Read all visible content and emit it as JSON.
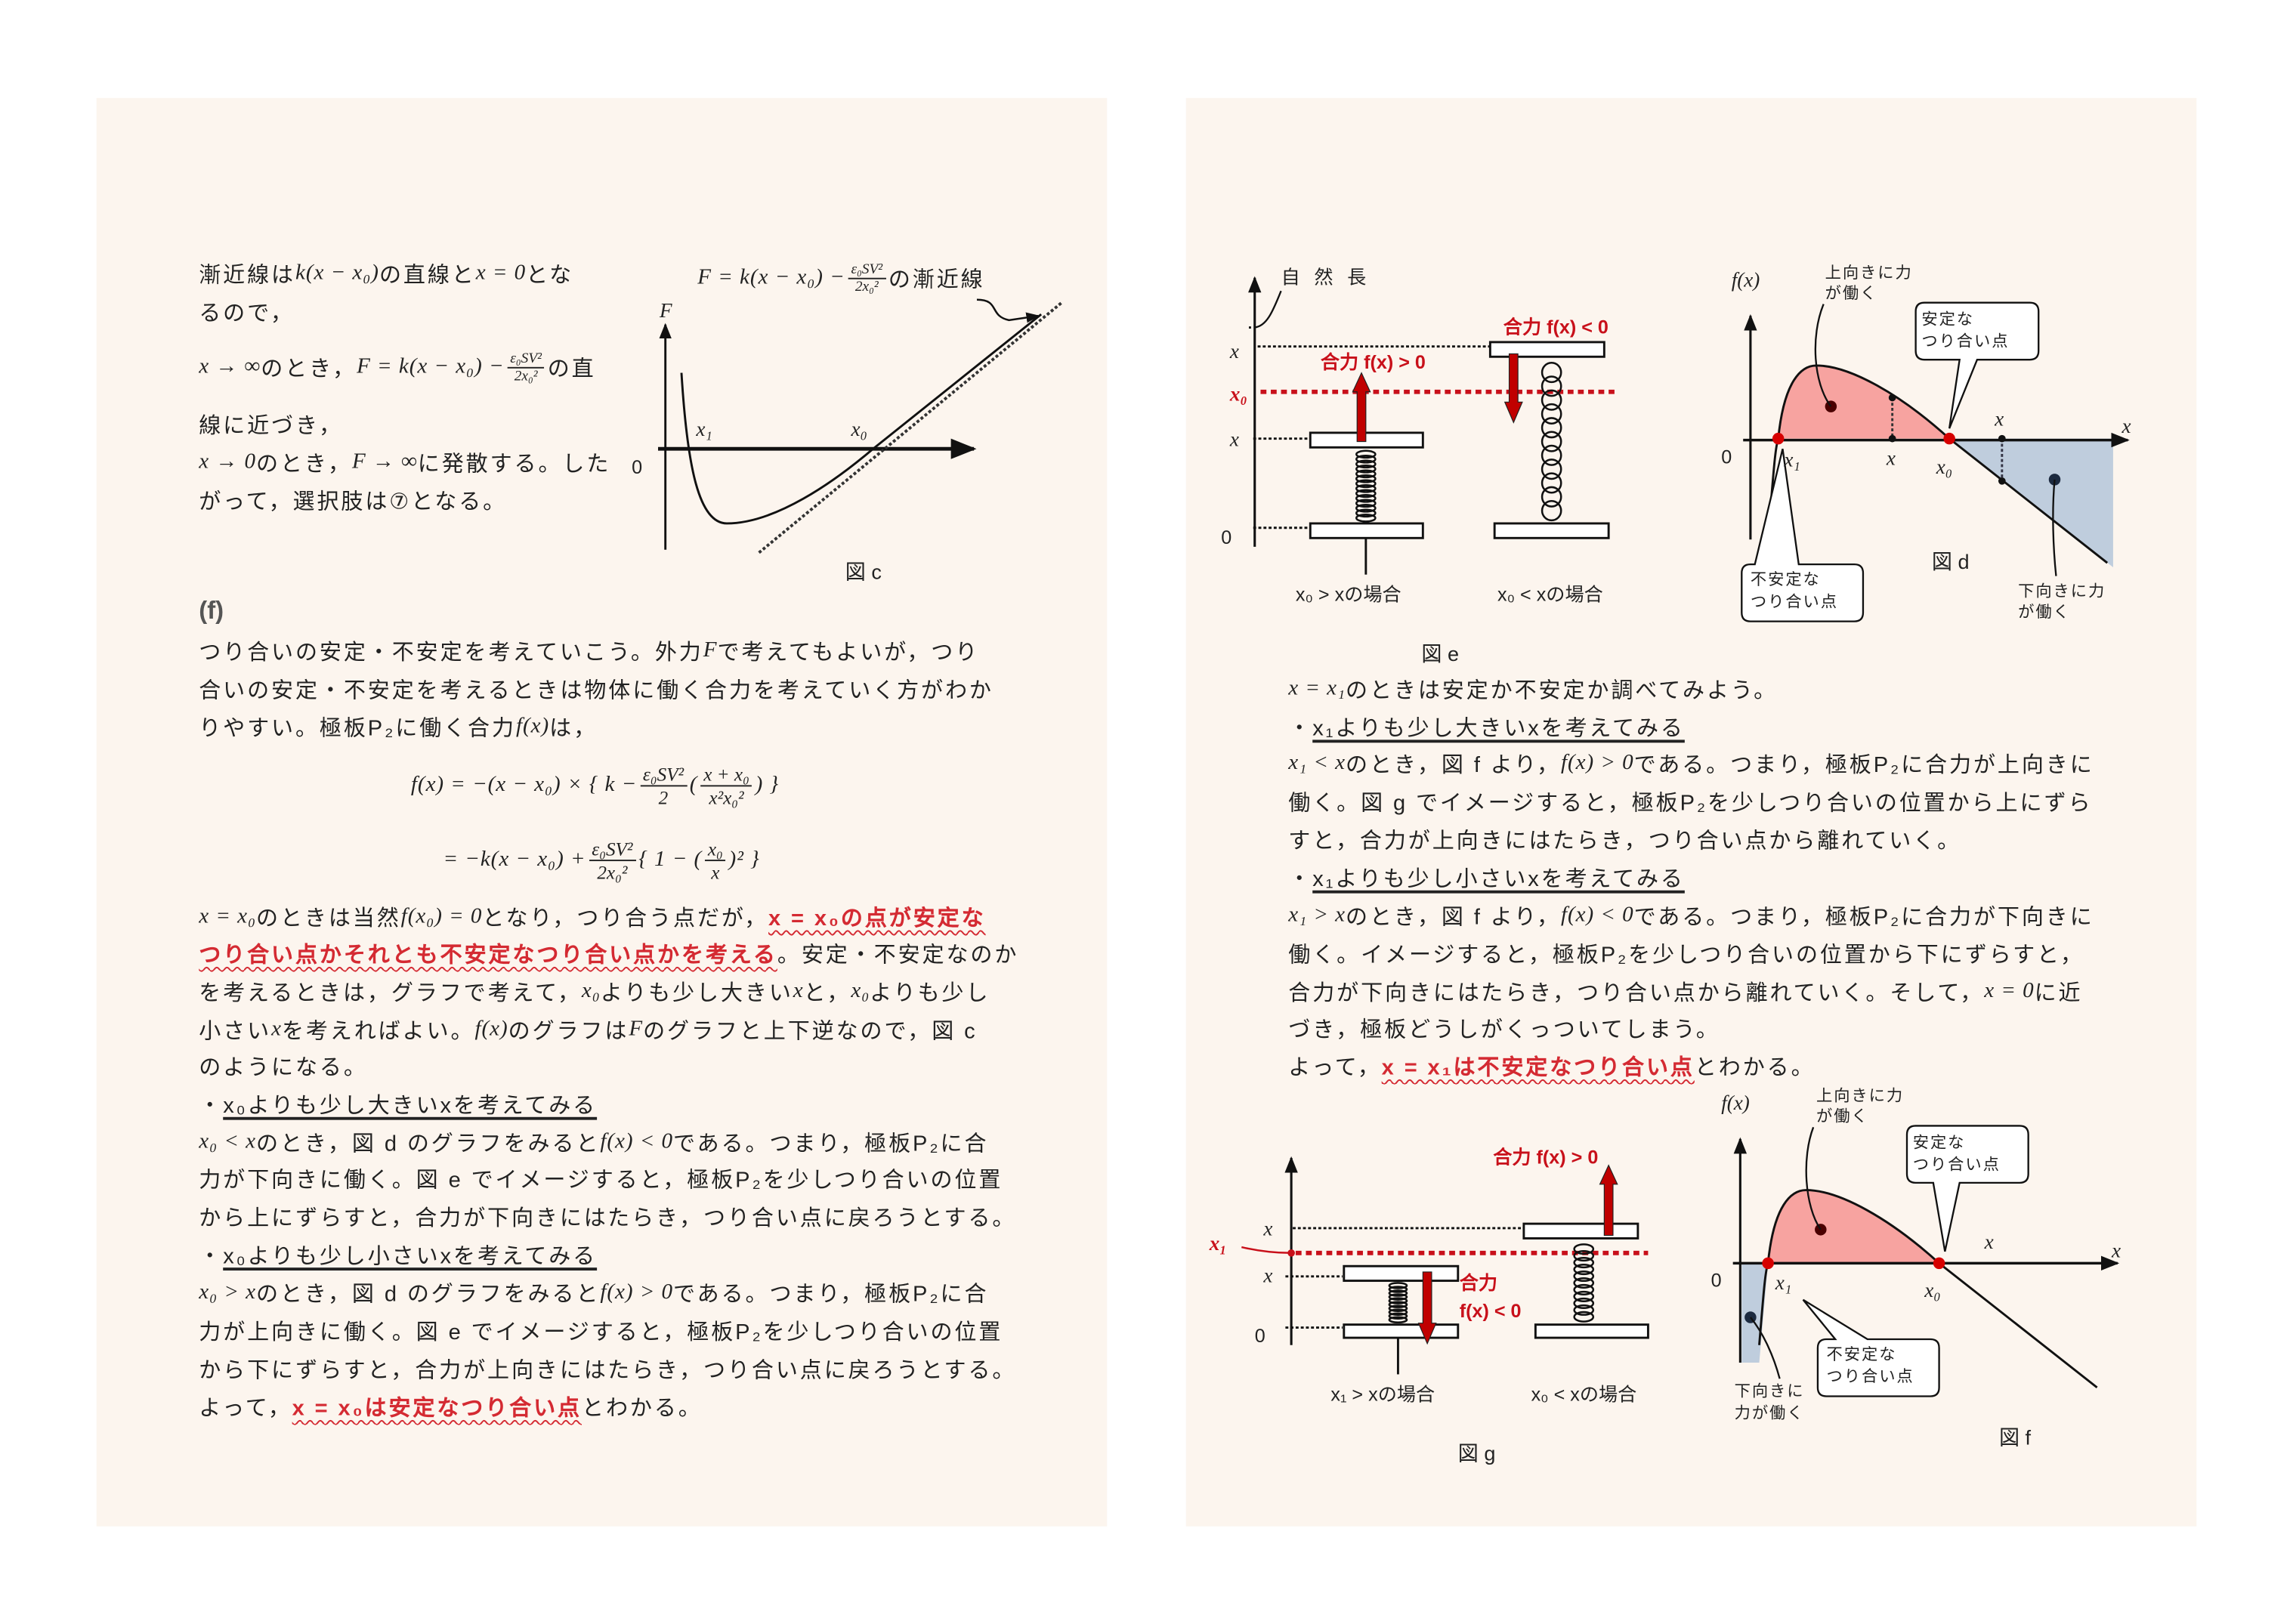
{
  "colors": {
    "page": "#fcf5ee",
    "red": "#c8101a",
    "pink_fill": "#f7a3a0",
    "blue_fill": "#bfcddd",
    "text": "#222222"
  },
  "left": {
    "intro": [
      [
        "漸近線は",
        {
          "m": "k(x − x₀)"
        },
        "の直線と",
        {
          "m": "x = 0"
        },
        "とな"
      ],
      [
        "るので，"
      ],
      [
        {
          "m": "x → ∞"
        },
        "のとき，",
        {
          "m": "F = k(x − x₀) − "
        },
        {
          "f": [
            "ε₀SV²",
            "2x₀²"
          ]
        },
        "の直"
      ],
      [
        "線に近づき，"
      ],
      [
        {
          "m": "x → 0"
        },
        "のとき，",
        {
          "m": "F → ∞"
        },
        "に発散する。した"
      ],
      [
        "がって，選択肢は⑦となる。"
      ]
    ],
    "section": "(f)",
    "body1": [
      [
        "つり合いの安定・不安定を考えていこう。外力",
        {
          "m": "F"
        },
        "で考えてもよいが，つり"
      ],
      [
        "合いの安定・不安定を考えるときは物体に働く合力を考えていく方がわか"
      ],
      [
        "りやすい。極板P₂に働く合力",
        {
          "m": "f(x)"
        },
        "は，"
      ]
    ],
    "equations": [
      [
        {
          "m": "f(x) = −(x − x₀) × { k − "
        },
        {
          "f": [
            "ε₀SV²",
            "2"
          ]
        },
        {
          "m": "("
        },
        {
          "f": [
            "x + x₀",
            "x²x₀²"
          ]
        },
        {
          "m": ") }"
        }
      ],
      [
        {
          "m": "= −k(x − x₀) + "
        },
        {
          "f": [
            "ε₀SV²",
            "2x₀²"
          ]
        },
        {
          "m": "{ 1 − ("
        },
        {
          "f": [
            "x₀",
            "x"
          ]
        },
        {
          "m": ")² }"
        }
      ]
    ],
    "body2": [
      [
        {
          "m": "x = x₀"
        },
        "のときは当然",
        {
          "m": "f(x₀) = 0"
        },
        "となり，つり合う点だが，",
        {
          "r": "x = x₀の点が安定な"
        }
      ],
      [
        {
          "r": "つり合い点かそれとも不安定なつり合い点かを考える"
        },
        "。安定・不安定なのか"
      ],
      [
        "を考えるときは，グラフで考えて，",
        {
          "m": "x₀"
        },
        "よりも少し大きい",
        {
          "m": "x"
        },
        "と，",
        {
          "m": "x₀"
        },
        "よりも少し"
      ],
      [
        "小さい",
        {
          "m": "x"
        },
        "を考えればよい。",
        {
          "m": "f(x)"
        },
        "のグラフは",
        {
          "m": "F"
        },
        "のグラフと上下逆なので，図 c"
      ],
      [
        "のようになる。"
      ],
      [
        "・",
        {
          "u": "x₀よりも少し大きいxを考えてみる"
        }
      ],
      [
        {
          "m": "x₀ < x"
        },
        "のとき，図 d のグラフをみると",
        {
          "m": "f(x) < 0"
        },
        "である。つまり，極板P₂に合"
      ],
      [
        "力が下向きに働く。図 e でイメージすると，極板P₂を少しつり合いの位置"
      ],
      [
        "から上にずらすと，合力が下向きにはたらき，つり合い点に戻ろうとする。"
      ],
      [
        "・",
        {
          "u": "x₀よりも少し小さいxを考えてみる"
        }
      ],
      [
        {
          "m": "x₀ > x"
        },
        "のとき，図 d のグラフをみると",
        {
          "m": "f(x) > 0"
        },
        "である。つまり，極板P₂に合"
      ],
      [
        "力が上向きに働く。図 e でイメージすると，極板P₂を少しつり合いの位置"
      ],
      [
        "から下にずらすと，合力が上向きにはたらき，つり合い点に戻ろうとする。"
      ],
      [
        "よって，",
        {
          "r": "x = x₀は安定なつり合い点"
        },
        "とわかる。"
      ]
    ]
  },
  "right": {
    "body": [
      [
        {
          "m": "x = x₁"
        },
        "のときは安定か不安定か調べてみよう。"
      ],
      [
        "・",
        {
          "u": "x₁よりも少し大きいxを考えてみる"
        }
      ],
      [
        {
          "m": "x₁ < x"
        },
        "のとき，図 f より，",
        {
          "m": "f(x) > 0"
        },
        "である。つまり，極板P₂に合力が上向きに"
      ],
      [
        "働く。図 g でイメージすると，極板P₂を少しつり合いの位置から上にずら"
      ],
      [
        "すと，合力が上向きにはたらき，つり合い点から離れていく。"
      ],
      [
        "・",
        {
          "u": "x₁よりも少し小さいxを考えてみる"
        }
      ],
      [
        {
          "m": "x₁ > x"
        },
        "のとき，図 f より，",
        {
          "m": "f(x) < 0"
        },
        "である。つまり，極板P₂に合力が下向きに"
      ],
      [
        "働く。イメージすると，極板P₂を少しつり合いの位置から下にずらすと，"
      ],
      [
        "合力が下向きにはたらき，つり合い点から離れていく。そして，",
        {
          "m": "x = 0"
        },
        "に近"
      ],
      [
        "づき，極板どうしがくっついてしまう。"
      ],
      [
        "よって，",
        {
          "r": "x = x₁は不安定なつり合い点"
        },
        "とわかる。"
      ]
    ]
  },
  "fig_c": {
    "caption": "図 c",
    "y_label": "F",
    "origin": "0",
    "x1": "x₁",
    "x0": "x₀",
    "asymptote_label": [
      {
        "m": "F = k(x − x₀) − "
      },
      {
        "f": [
          "ε₀SV²",
          "2x₀²"
        ]
      },
      "の漸近線"
    ]
  },
  "fig_e": {
    "caption": "図 e",
    "natural_length": "自 然 長",
    "x_top": "x",
    "x0": "x₀",
    "x_bottom": "x",
    "origin": "0",
    "force_up": "合力 f(x) > 0",
    "force_down": "合力 f(x) < 0",
    "case_left": "x₀ > xの場合",
    "case_right": "x₀ < xの場合"
  },
  "fig_d": {
    "caption": "図 d",
    "y_label": "f(x)",
    "x_label": "x",
    "origin": "0",
    "x1": "x₁",
    "x0": "x₀",
    "x_left": "x",
    "x_right": "x",
    "up_force": [
      "上向きに力",
      "が働く"
    ],
    "down_force": [
      "下向きに力",
      "が働く"
    ],
    "stable": [
      "安定な",
      "つり合い点"
    ],
    "unstable": [
      "不安定な",
      "つり合い点"
    ]
  },
  "fig_g": {
    "caption": "図 g",
    "x_top": "x",
    "x1": "x₁",
    "x_bottom": "x",
    "origin": "0",
    "force_up": "合力 f(x) > 0",
    "force_down": [
      "合力",
      "f(x) < 0"
    ],
    "case_left": "x₁ > xの場合",
    "case_right": "x₀ < xの場合"
  },
  "fig_f": {
    "caption": "図 f",
    "y_label": "f(x)",
    "x_label": "x",
    "x_mark": "x",
    "origin": "0",
    "x1": "x₁",
    "x0": "x₀",
    "up_force": [
      "上向きに力",
      "が働く"
    ],
    "down_force": [
      "下向きに",
      "力が働く"
    ],
    "stable": [
      "安定な",
      "つり合い点"
    ],
    "unstable": [
      "不安定な",
      "つり合い点"
    ]
  }
}
